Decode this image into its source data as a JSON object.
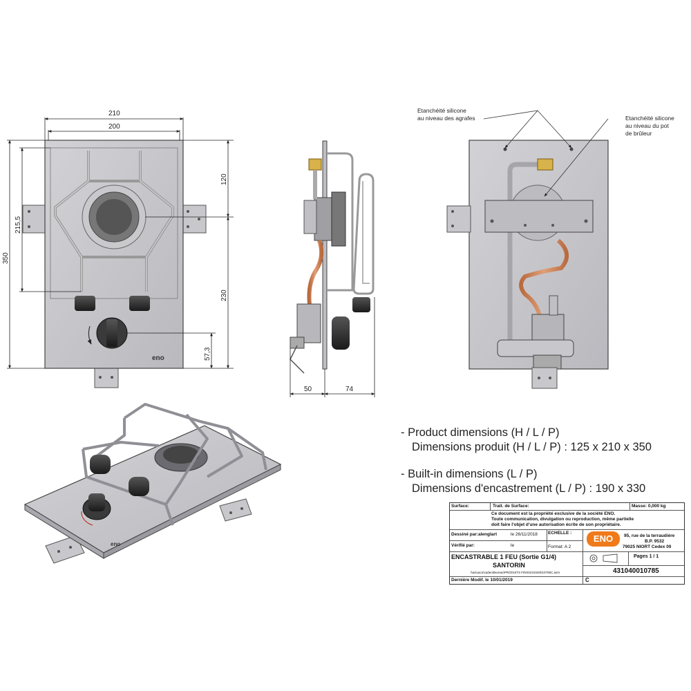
{
  "front_view": {
    "dim_210": "210",
    "dim_200": "200",
    "dim_350": "350",
    "dim_215_5": "215,5",
    "dim_120": "120",
    "dim_230": "230",
    "dim_57_3": "57,3",
    "brand_mark": "eno"
  },
  "side_view": {
    "dim_50": "50",
    "dim_74": "74"
  },
  "rear_view": {
    "note_left_1": "Etanchéité silicone",
    "note_left_2": "au niveau des agrafes",
    "note_right_1": "Etanchéité silicone",
    "note_right_2": "au niveau du pot",
    "note_right_3": "de brûleur"
  },
  "specs": {
    "line1": "- Product dimensions (H / L / P)",
    "line2": "Dimensions produit (H / L / P) : 125 x 210 x 350",
    "line3": "- Built-in dimensions (L / P)",
    "line4": "Dimensions d'encastrement (L / P) : 190 x 330"
  },
  "title_block": {
    "surface": "Surface:",
    "trait_surface": "Trait. de Surface:",
    "masse": "Masse: 0,000 kg",
    "notice1": "Ce document est la propriété exclusive de la société ENO.",
    "notice2": "Toute communication, divulgation ou reproduction, même partielle",
    "notice3": "doit faire l'objet d'une autorisation écrite de son propriétaire.",
    "dessine": "Dessiné par:alenglart",
    "dessine_date": "le 26/11/2018",
    "echelle": "ECHELLE :",
    "verifie": "Vérifié par:",
    "verifie_le": "le",
    "format": "Format: A 2",
    "logo": "ENO",
    "address1": "95, rue de la terraudière",
    "address2": "B.P. 9532",
    "address3": "79025 NIORT Cedex 09",
    "pages": "Pages   1 / 1",
    "title1": "ENCASTRABLE 1 FEU (Sortie G1/4)",
    "title2": "SANTORIN",
    "path": "\\\\actuaco\\cadeo\\Bureau\\PRODUITS FINIS\\431040010785C.asm",
    "part_number": "431040010785",
    "last_modif": "Dernière Modif. le 10/01/2019",
    "revision": "C"
  }
}
